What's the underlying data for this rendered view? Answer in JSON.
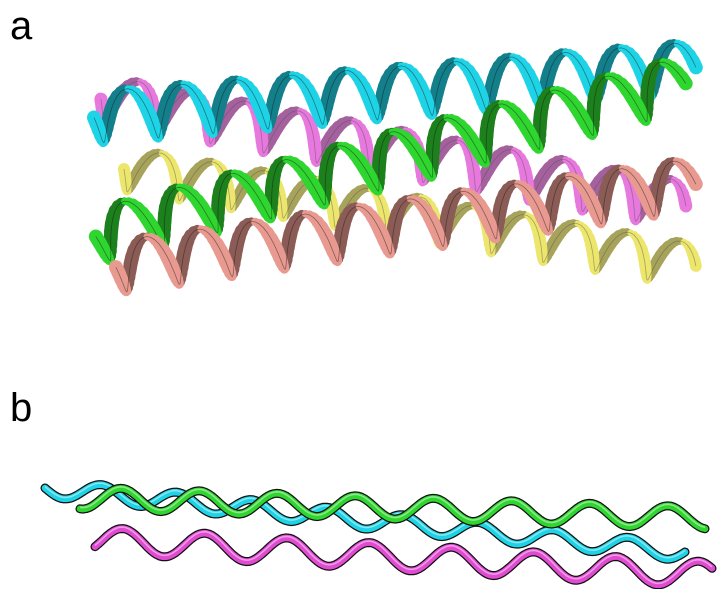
{
  "panels": [
    {
      "label": "a"
    },
    {
      "label": "b"
    }
  ],
  "colors": {
    "cyan": "#1fd3e6",
    "green": "#2fd62f",
    "magenta": "#e04bd2",
    "salmon": "#e89a90",
    "yellow": "#e6de3c",
    "outline": "#111111"
  },
  "panel_a_helices": [
    {
      "id": "magenta-helix-back",
      "color": "magenta",
      "opacity": 0.75
    },
    {
      "id": "cyan-helix",
      "color": "cyan",
      "opacity": 1
    },
    {
      "id": "yellow-helix",
      "color": "yellow",
      "opacity": 0.75
    },
    {
      "id": "green-helix",
      "color": "green",
      "opacity": 1
    },
    {
      "id": "salmon-helix",
      "color": "salmon",
      "opacity": 1
    }
  ],
  "panel_b_traces": [
    {
      "id": "cyan-trace",
      "color": "cyan"
    },
    {
      "id": "green-trace",
      "color": "green"
    },
    {
      "id": "magenta-trace",
      "color": "magenta"
    }
  ]
}
